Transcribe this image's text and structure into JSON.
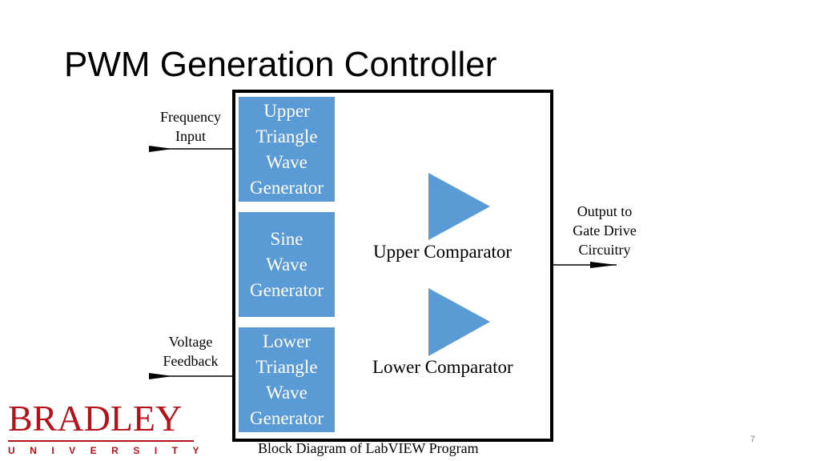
{
  "title": "PWM Generation Controller",
  "inputs": {
    "frequency": "Frequency\nInput",
    "voltage": "Voltage\nFeedback"
  },
  "output": "Output to\nGate Drive\nCircuitry",
  "blocks": {
    "upper_triangle": "Upper\nTriangle\nWave\nGenerator",
    "sine": "Sine\nWave\nGenerator",
    "lower_triangle": "Lower\nTriangle\nWave\nGenerator"
  },
  "comparators": {
    "upper": "Upper Comparator",
    "lower": "Lower Comparator"
  },
  "caption": "Block Diagram of LabVIEW Program",
  "logo": {
    "name": "BRADLEY",
    "sub": "UNIVERSITY"
  },
  "page_number": "7",
  "colors": {
    "block_fill": "#5b9bd5",
    "wire": "#5b9bd5",
    "logo_red": "#b5121b"
  }
}
